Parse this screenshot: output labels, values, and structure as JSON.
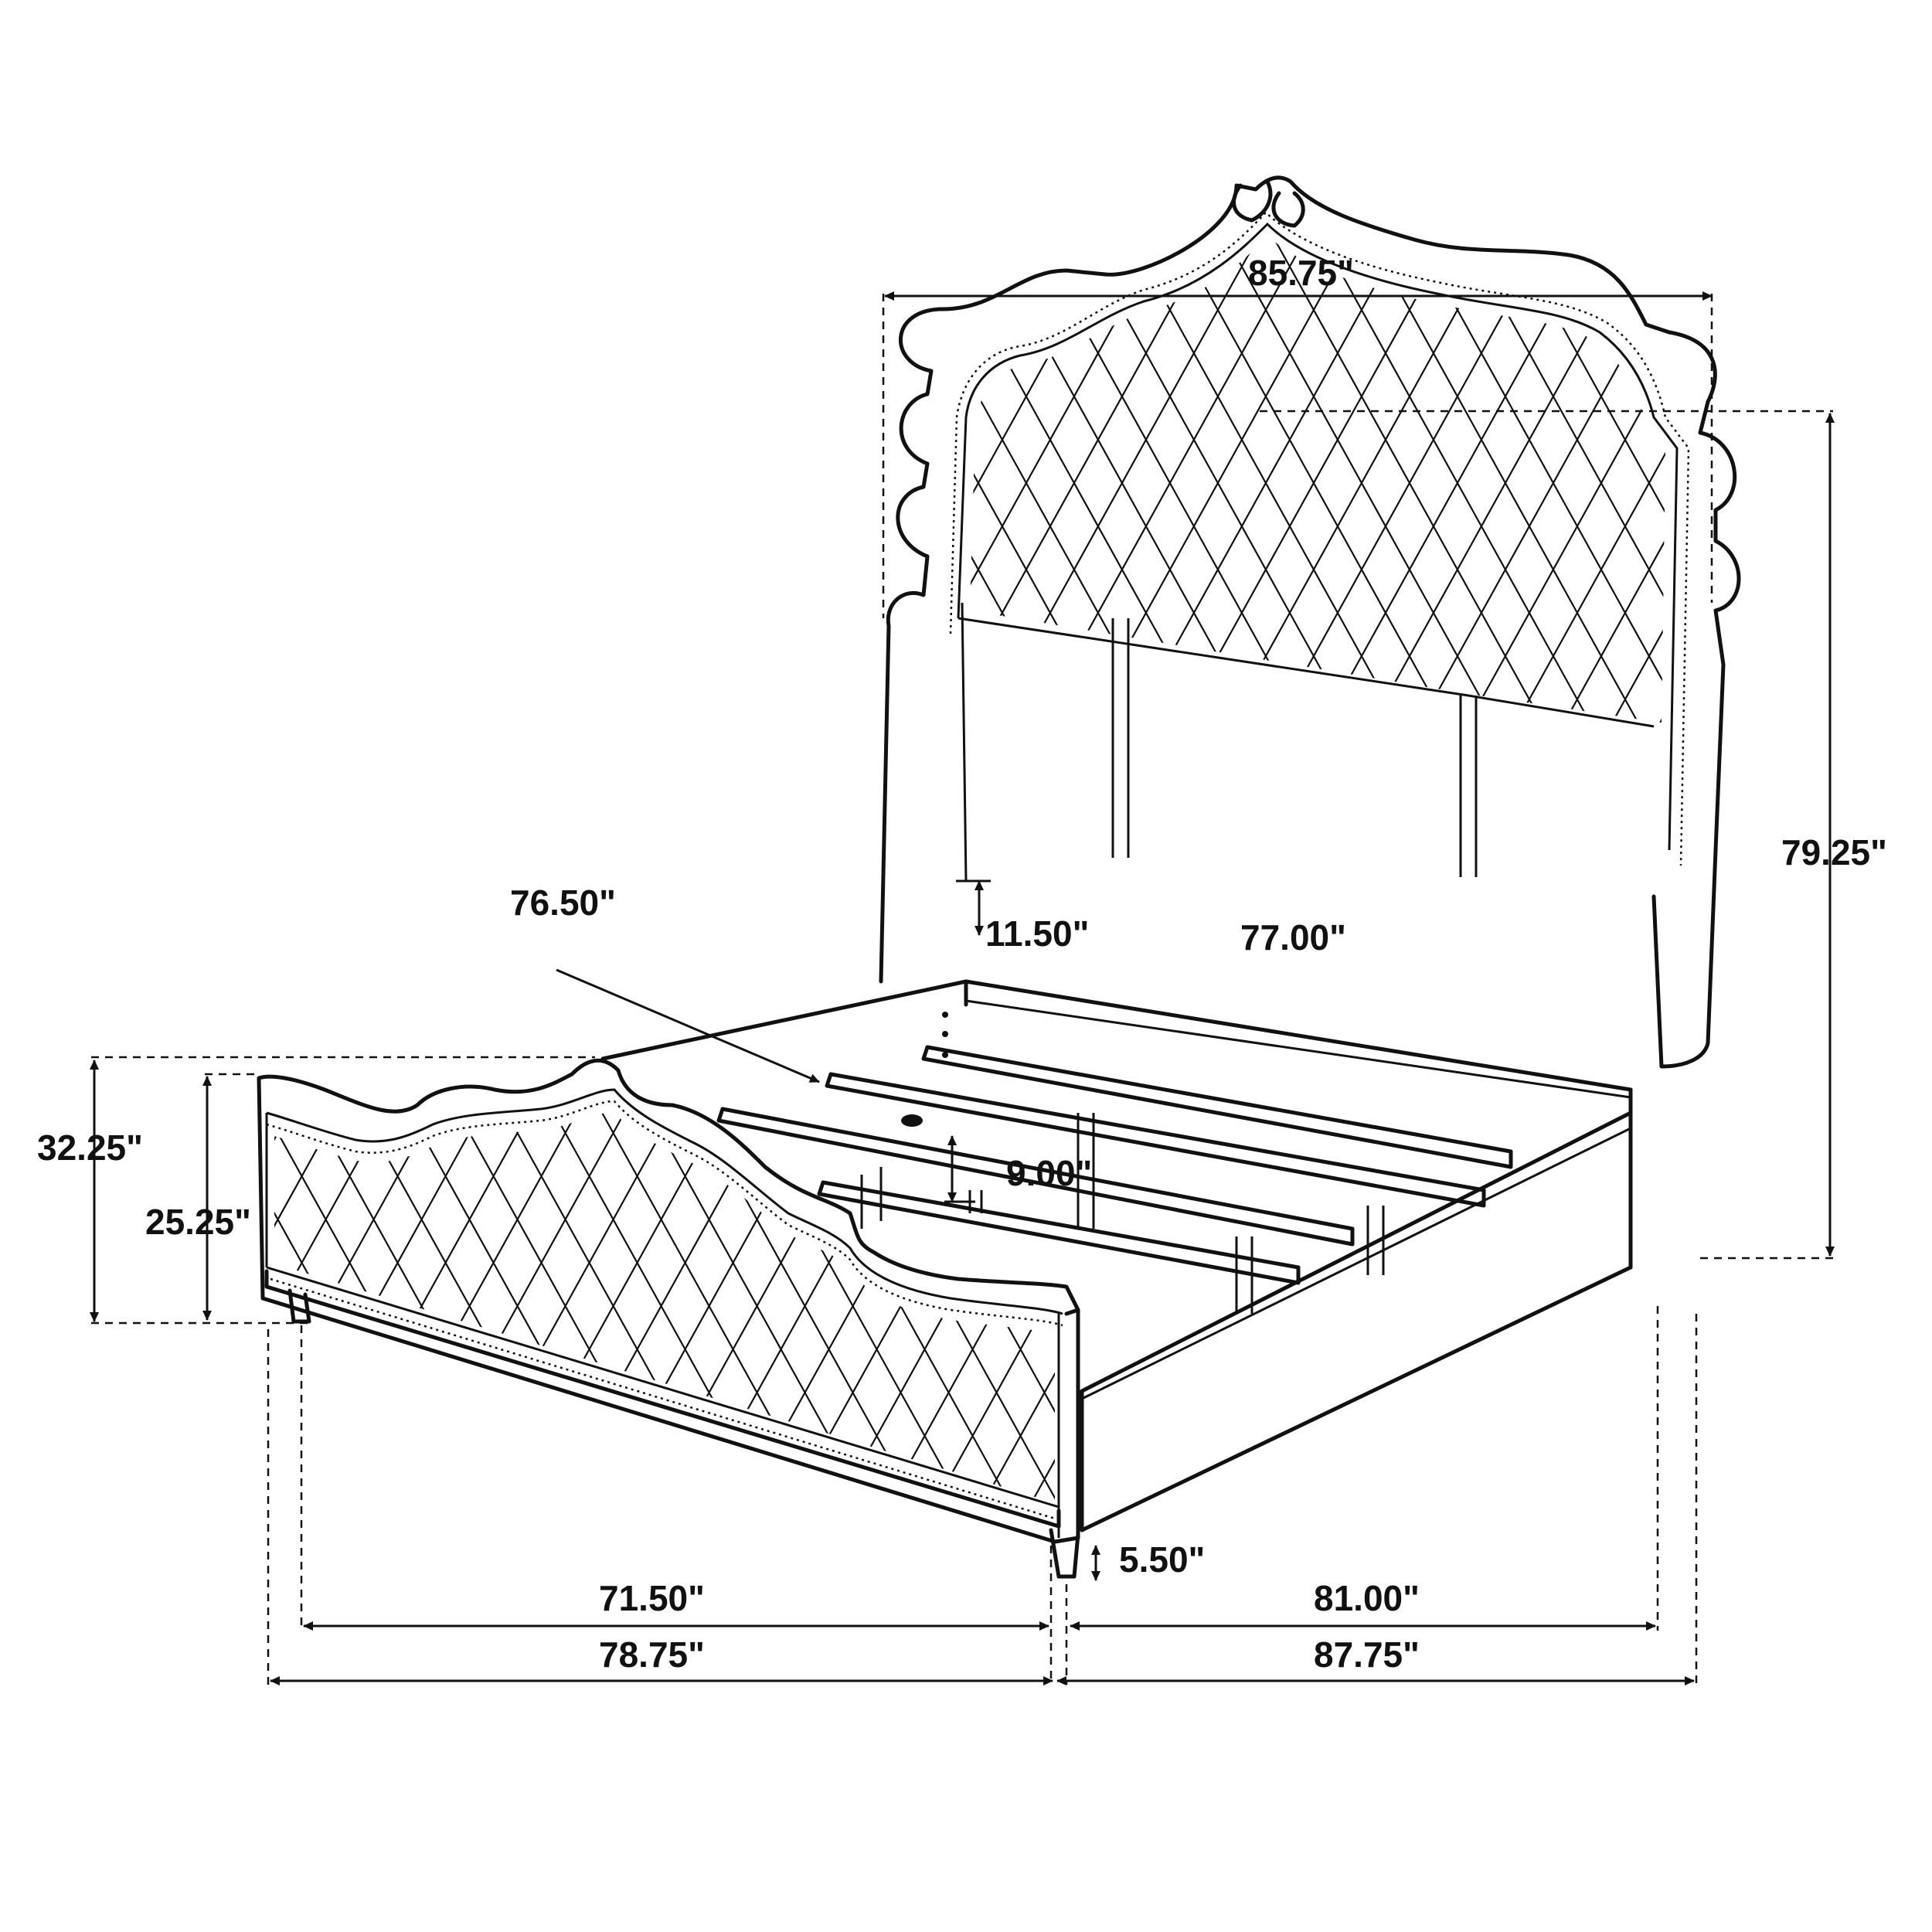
{
  "dimensions": {
    "headboard_width": "85.75\"",
    "overall_height": "79.25\"",
    "interior_length": "76.50\"",
    "headboard_panel_height": "11.50\"",
    "interior_width": "77.00\"",
    "slat_height": "9.00\"",
    "footboard_height": "32.25\"",
    "footboard_panel_height": "25.25\"",
    "leg_height": "5.50\"",
    "rail_width": "71.50\"",
    "side_rail_length": "81.00\"",
    "overall_width": "78.75\"",
    "overall_length": "87.75\""
  }
}
